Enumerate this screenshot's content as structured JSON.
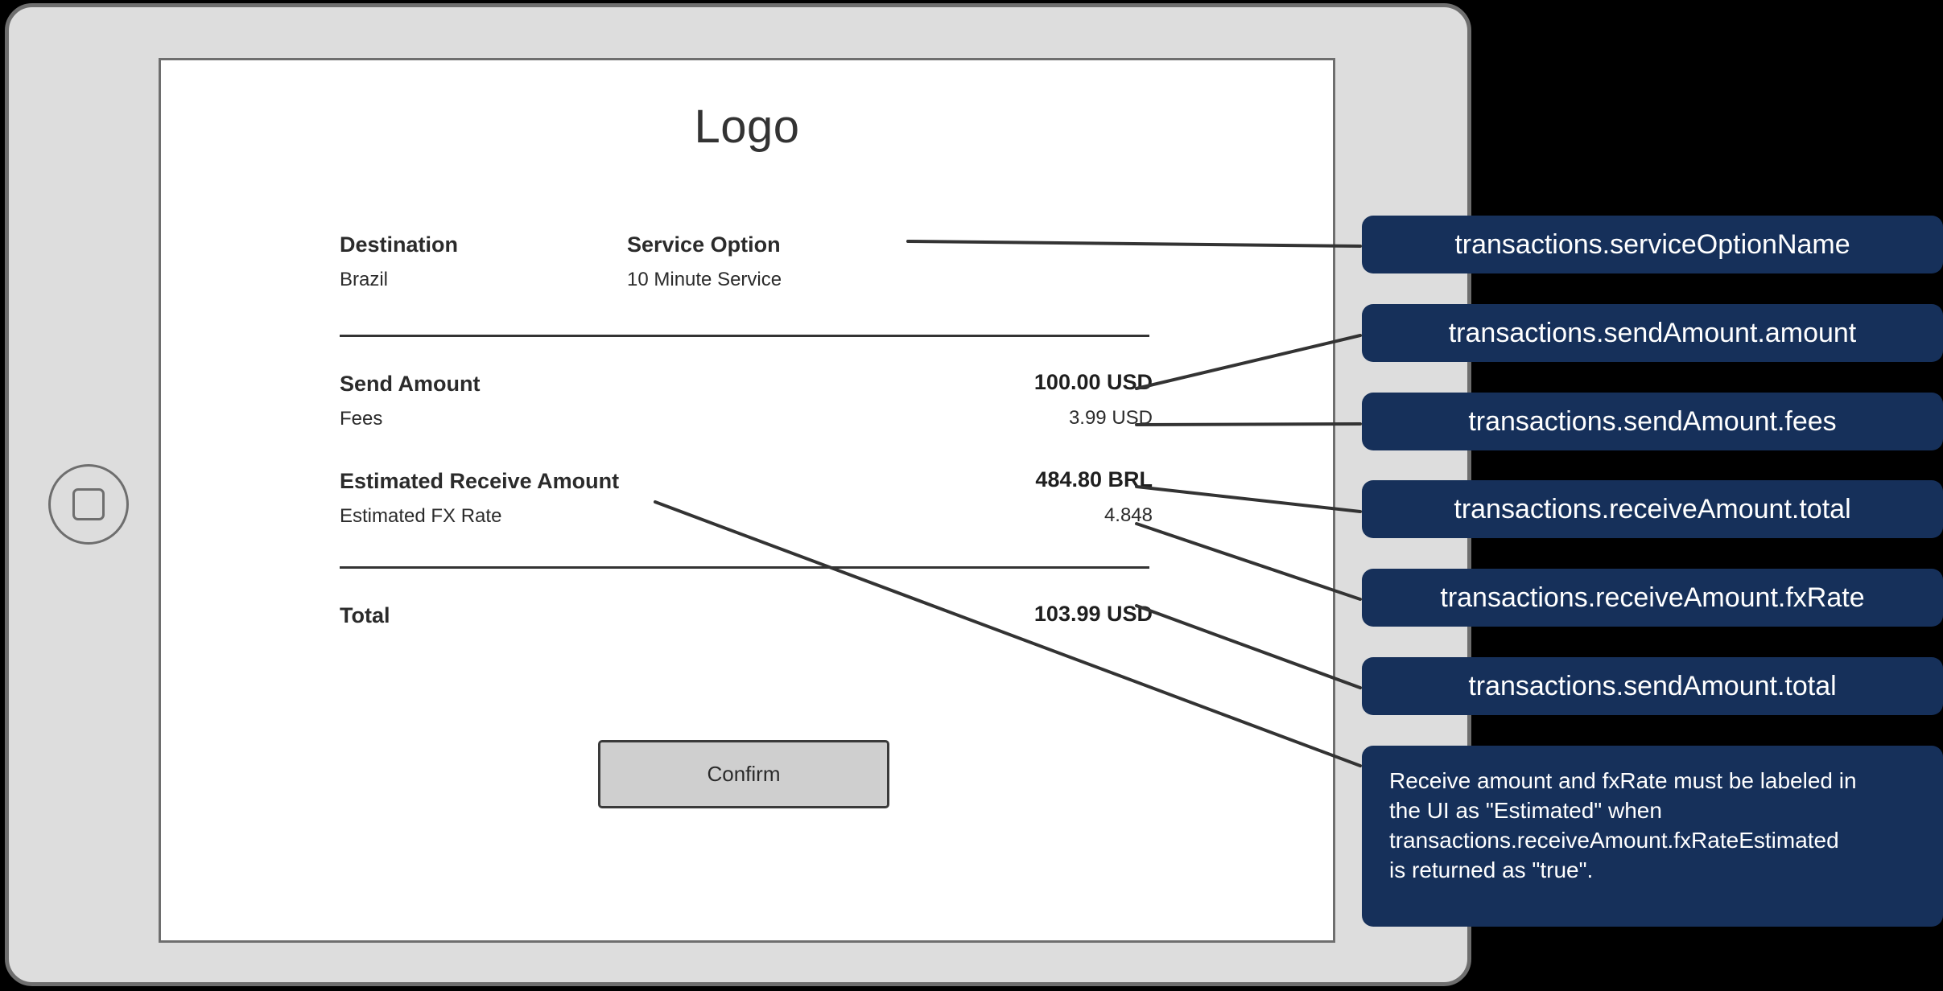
{
  "device": {
    "home_button_icon": "home-square-icon"
  },
  "app": {
    "logo": "Logo",
    "fields": {
      "destination_label": "Destination",
      "destination_value": "Brazil",
      "service_option_label": "Service Option",
      "service_option_value": "10 Minute Service",
      "send_amount_label": "Send Amount",
      "send_amount_value": "100.00 USD",
      "fees_label": "Fees",
      "fees_value": "3.99 USD",
      "receive_amount_label": "Estimated Receive Amount",
      "receive_amount_value": "484.80 BRL",
      "fx_rate_label": "Estimated FX Rate",
      "fx_rate_value": "4.848",
      "total_label": "Total",
      "total_value": "103.99 USD"
    },
    "confirm_button": "Confirm"
  },
  "annotations": {
    "accent_color": "#16305a",
    "callouts": [
      {
        "id": "service-option-name",
        "text": "transactions.serviceOptionName"
      },
      {
        "id": "send-amount-amount",
        "text": "transactions.sendAmount.amount"
      },
      {
        "id": "send-amount-fees",
        "text": "transactions.sendAmount.fees"
      },
      {
        "id": "receive-amount-total",
        "text": "transactions.receiveAmount.total"
      },
      {
        "id": "receive-amount-fxrate",
        "text": "transactions.receiveAmount.fxRate"
      },
      {
        "id": "send-amount-total",
        "text": "transactions.sendAmount.total"
      }
    ],
    "note": "Receive amount and fxRate must be labeled in\nthe UI as \"Estimated\" when\ntransactions.receiveAmount.fxRateEstimated\nis returned as \"true\"."
  }
}
